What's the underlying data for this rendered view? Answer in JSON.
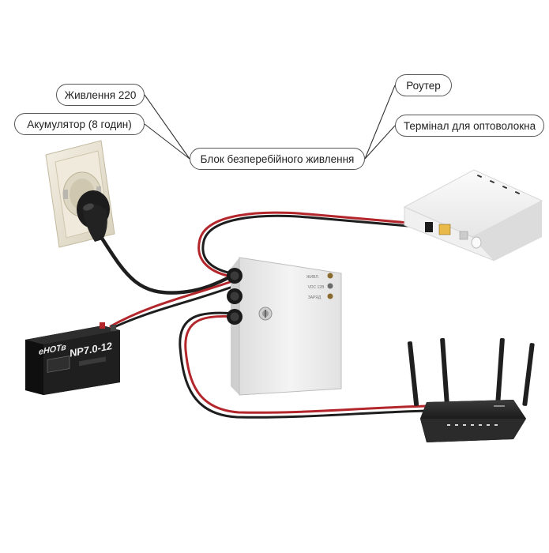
{
  "labels": {
    "power_220": "Живлення 220",
    "battery_hours": "Акумулятор (8 годин)",
    "ups": "Блок безперебійного живлення",
    "router": "Роутер",
    "fiber_terminal": "Термінал для оптоволокна"
  },
  "battery": {
    "model": "NP7.0-12",
    "brand": "eНОТв"
  },
  "ups_panel": {
    "led_1": "ЖИВЛ.",
    "led_2": "VDC 12В",
    "led_3": "ЗАРЯД"
  },
  "colors": {
    "cable_black": "#1e1e1e",
    "cable_red": "#b3262b",
    "battery_body": "#1f1f1f",
    "ups_body": "#ececec",
    "router_body": "#2b2b2b",
    "outlet_frame": "#e9e4d6"
  }
}
